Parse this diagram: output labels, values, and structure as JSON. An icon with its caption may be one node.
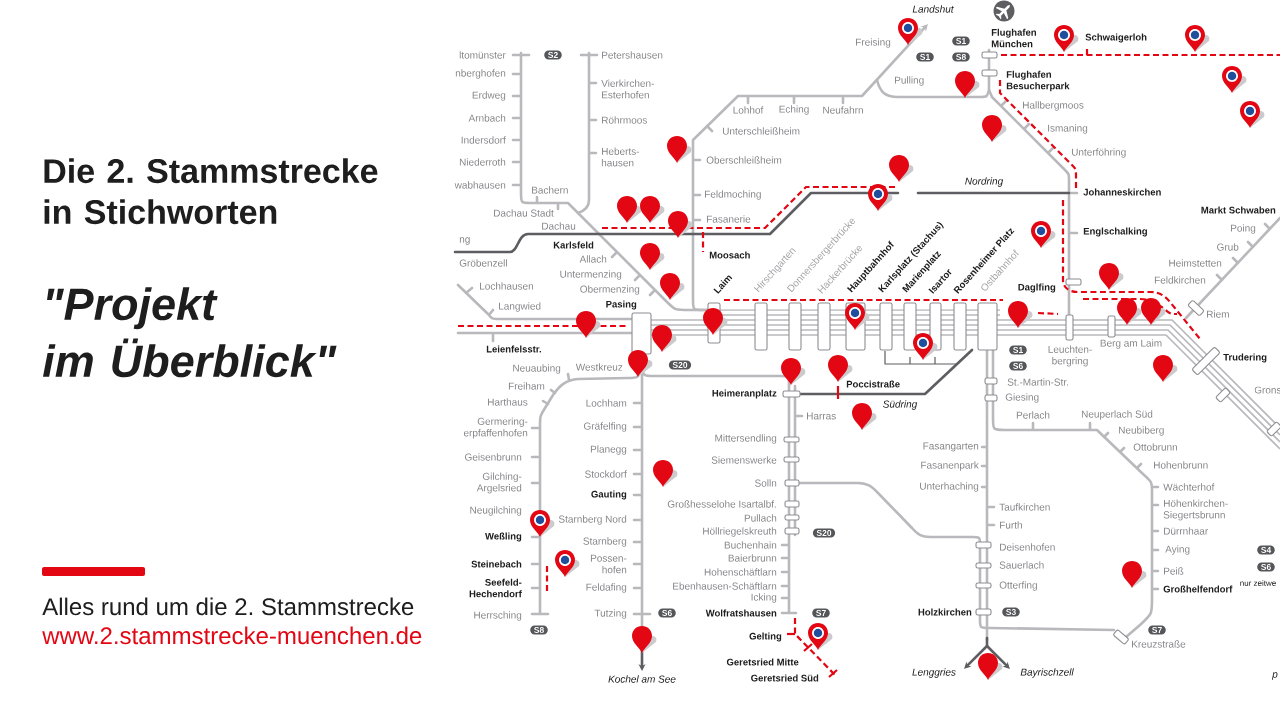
{
  "diagram": {
    "title": "Die 2. Stammstrecke in Stichworten",
    "labels": [
      "\"Projekt im Überblick\"",
      "Alles rund um die 2. Stammstrecke",
      "www.2.stammstrecke-muenchen.de",
      "Landshut",
      "Freising",
      "Flughafen München",
      "S1",
      "Schwaigerloh",
      "ltomünster",
      "S2",
      "Petershausen",
      "S1",
      "S8",
      "nberghofen",
      "Flughafen Besucherpark",
      "Pulling",
      "Vierkirchen- Esterhofen",
      "Erdweg",
      "Hallbergmoos",
      "Lohhof",
      "Eching",
      "Neufahrn",
      "Arnbach",
      "Röhrmoos",
      "Ismaning",
      "Unterschleißheim",
      "Indersdorf",
      "Unterföhring",
      "Heberts- hausen",
      "Oberschleißheim",
      "Niederroth",
      "Nordring",
      "wabhausen",
      "Bachern",
      "Johanneskirchen",
      "Feldmoching",
      "Markt Schwaben",
      "Dachau Stadt",
      "Fasanerie",
      "Dachau",
      "Poing",
      "Englschalking",
      "ng",
      "Karlsfeld",
      "Grub",
      "Moosach",
      "Allach",
      "Gröbenzell",
      "Heimstetten",
      "Untermenzing",
      "Feldkirchen",
      "Lochhausen",
      "Daglfing",
      "Obermenzing",
      "Laim",
      "Hirschgarten",
      "Donnersbergerbrücke",
      "Hackerbrücke",
      "Hauptbahnhof",
      "Karlsplatz (Stachus)",
      "Marienplatz",
      "Isartor",
      "Rosenheimer Platz",
      "Ostbahnhof",
      "Pasing",
      "Langwied",
      "Riem",
      "Leienfelsstr.",
      "Berg am Laim",
      "S1",
      "Leuchten- bergring",
      "Trudering",
      "S20",
      "S6",
      "Westkreuz",
      "Neuaubing",
      "St.-Martin-Str.",
      "Poccistraße",
      "Freiham",
      "Grons",
      "Heimeranplatz",
      "Giesing",
      "Harthaus",
      "Lochham",
      "Südring",
      "Harras",
      "Perlach",
      "Neuperlach Süd",
      "Germering- erpfaffenhofen",
      "Gräfelfing",
      "Neubiberg",
      "Mittersendling",
      "Fasangarten",
      "Ottobrunn",
      "Planegg",
      "Geisenbrunn",
      "Siemenswerke",
      "Fasanenpark",
      "Hohenbrunn",
      "Stockdorf",
      "Gilching- Argelsried",
      "Solln",
      "Unterhaching",
      "Wächterhof",
      "Gauting",
      "Großhesselohe Isartalbf.",
      "Taufkirchen",
      "Höhenkirchen- Siegertsbrunn",
      "Neugilching",
      "Pullach",
      "Starnberg Nord",
      "Furth",
      "Dürrnhaar",
      "Höllriegelskreuth",
      "S20",
      "Weßling",
      "Starnberg",
      "Buchenhain",
      "Deisenhofen",
      "S4",
      "Aying",
      "Baierbrunn",
      "Possen- hofen",
      "Steinebach",
      "Sauerlach",
      "S6",
      "Peiß",
      "Hohenschäftlarn",
      "nur zeitwe",
      "Seefeld- Hechendorf",
      "Ebenhausen-Schäftlarn",
      "Otterfing",
      "Feldafing",
      "Großhelfendorf",
      "Icking",
      "Holzkirchen",
      "S3",
      "Wolfratshausen",
      "S7",
      "S6",
      "Tutzing",
      "Herrsching",
      "S8",
      "S7",
      "Gelting",
      "Kreuzstraße",
      "Geretsried Mitte",
      "Lenggries",
      "Bayrischzell",
      "Kochel am See",
      "Geretsried Süd",
      "p"
    ]
  }
}
